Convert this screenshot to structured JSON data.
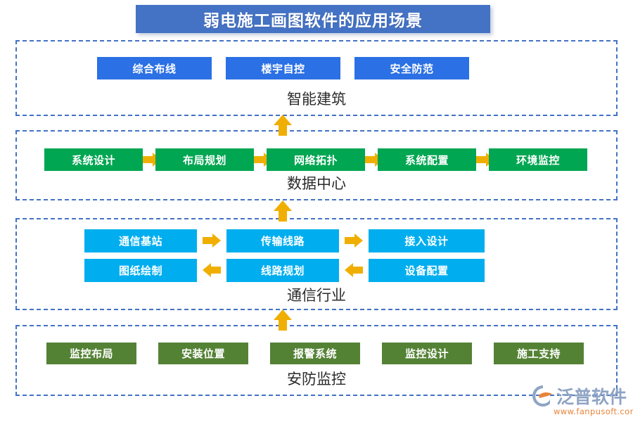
{
  "header": {
    "title": "弱电施工画图软件的应用场景",
    "banner_color": "#4472C4",
    "title_color": "#FFFFFF"
  },
  "theme": {
    "section_border_color": "#4472C4",
    "arrow_color": "#F0AF00",
    "blue_node": "#2B70E4",
    "green_node": "#00A651",
    "cyan_node": "#00AEEF",
    "olive_node": "#548235",
    "label_color": "#2B2B2B",
    "background": "#FFFFFF"
  },
  "sections": [
    {
      "id": "intelligent-building",
      "label": "智能建筑",
      "node_color": "blue",
      "has_arrows": false,
      "rows": [
        {
          "nodes": [
            {
              "label": "综合布线"
            },
            {
              "label": "楼宇自控"
            },
            {
              "label": "安全防范"
            }
          ]
        }
      ]
    },
    {
      "id": "data-center",
      "label": "数据中心",
      "node_color": "green",
      "has_arrows": true,
      "rows": [
        {
          "direction": "right",
          "nodes": [
            {
              "label": "系统设计"
            },
            {
              "label": "布局规划"
            },
            {
              "label": "网络拓扑"
            },
            {
              "label": "系统配置"
            },
            {
              "label": "环境监控"
            }
          ]
        }
      ]
    },
    {
      "id": "telecom-industry",
      "label": "通信行业",
      "node_color": "cyan",
      "has_arrows": true,
      "rows": [
        {
          "direction": "right",
          "nodes": [
            {
              "label": "通信基站"
            },
            {
              "label": "传输线路"
            },
            {
              "label": "接入设计"
            }
          ]
        },
        {
          "direction": "left",
          "nodes": [
            {
              "label": "图纸绘制"
            },
            {
              "label": "线路规划"
            },
            {
              "label": "设备配置"
            }
          ]
        }
      ]
    },
    {
      "id": "security-surveillance",
      "label": "安防监控",
      "node_color": "olive",
      "has_arrows": false,
      "rows": [
        {
          "nodes": [
            {
              "label": "监控布局"
            },
            {
              "label": "安装位置"
            },
            {
              "label": "报警系统"
            },
            {
              "label": "监控设计"
            },
            {
              "label": "施工支持"
            }
          ]
        }
      ]
    }
  ],
  "connectors": [
    {
      "from": "data-center",
      "to": "intelligent-building",
      "direction": "up"
    },
    {
      "from": "telecom-industry",
      "to": "data-center",
      "direction": "up"
    },
    {
      "from": "security-surveillance",
      "to": "telecom-industry",
      "direction": "up"
    }
  ],
  "logo": {
    "brand": "泛普软件",
    "url": "www.fanpusoft.com",
    "brand_color": "#8FA4C4",
    "url_color": "#E8833A",
    "mark_accent": "#E8833A"
  }
}
